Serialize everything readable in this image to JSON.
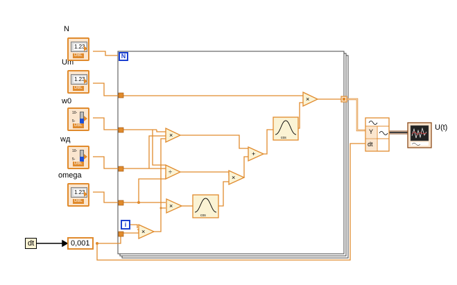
{
  "controls": {
    "n_label": "N",
    "n_value": "1.23",
    "um_label": "Um",
    "um_value": "1.23",
    "w0_label": "w0",
    "w0_scale_top": "10-",
    "w0_scale_bottom": "5-",
    "wd_label": "wд",
    "wd_scale_top": "10-",
    "wd_scale_bottom": "5-",
    "omega_label": "omega",
    "omega_value": "1.23",
    "dbl_tag": "DBL"
  },
  "dt_input": {
    "label": "dt",
    "value": "0,001"
  },
  "loop": {
    "count_terminal": "N",
    "iteration_terminal": "i"
  },
  "operators": {
    "multiply": "×",
    "divide": "÷",
    "add": "+",
    "cos": "cos"
  },
  "waveform": {
    "y_label": "Y",
    "dt_label": "dt"
  },
  "output": {
    "label": "U(t)"
  },
  "colors": {
    "wire_orange": "#e08a2c",
    "wire_black": "#000000",
    "terminal_blue": "#1a3fd0",
    "op_fill": "#fbf3d4"
  }
}
